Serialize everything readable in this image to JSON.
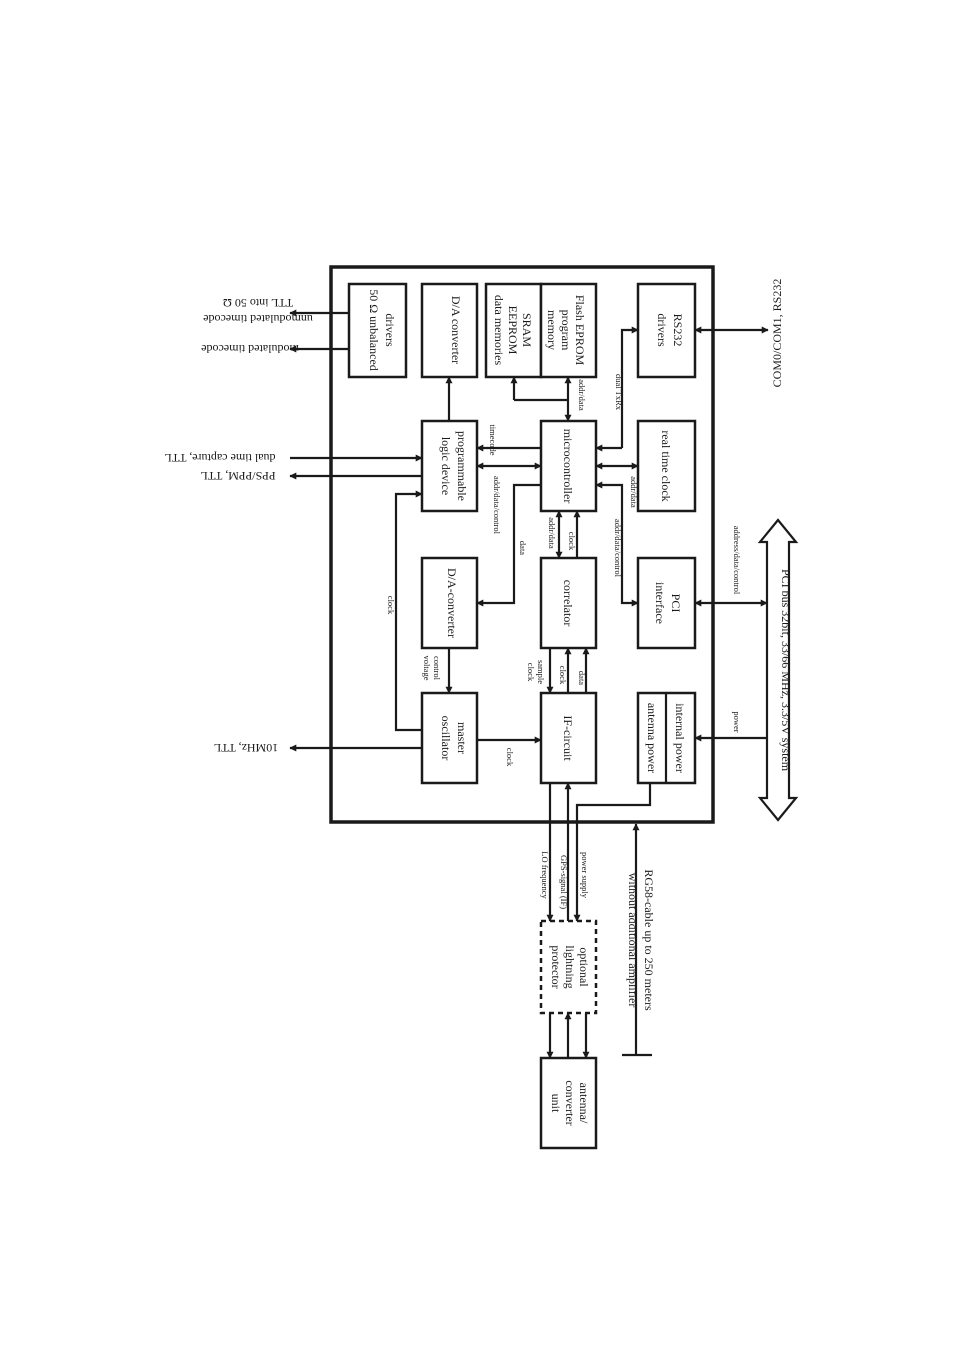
{
  "blocks": {
    "drivers": [
      "drivers",
      "50 Ω unbalanced"
    ],
    "da_top": [
      "D/A converter"
    ],
    "sram": [
      "SRAM",
      "EEPROM",
      "data memories"
    ],
    "flash": [
      "Flash EPROM",
      "program",
      "memory"
    ],
    "rs232": [
      "RS232",
      "drivers"
    ],
    "pld": [
      "programmable",
      "logic device"
    ],
    "mc": [
      "microcontroller"
    ],
    "rtc": [
      "real time clock"
    ],
    "da_mid": [
      "D/A-converter"
    ],
    "corr": [
      "correlator"
    ],
    "pci": [
      "PCI",
      "interface"
    ],
    "osc": [
      "master",
      "oscillator"
    ],
    "if": [
      "IF-circuit"
    ],
    "ant_pow": [
      "antenna power"
    ],
    "int_pow": [
      "internal power"
    ],
    "light": [
      "optional",
      "lightning",
      "protector"
    ],
    "acu": [
      "antenna/",
      "converter",
      "unit"
    ]
  },
  "signals": {
    "modulated": "modulated timecode",
    "unmodulated": [
      "unmodulated timecode",
      "TTL into 50 Ω"
    ],
    "dual_capture": "dual time capture, TTL",
    "pps": "PPS/PPM, TTL",
    "tenmhz": "10MHz, TTL",
    "com": "COM0/COM1, RS232",
    "pci_bus": "PCI bus 32bit, 33/66 MHz, 3.3/5V system",
    "rg58": [
      "RG58-cable up to 250 meters",
      "without additional amplifier"
    ],
    "timecode": "timecode",
    "addr_data_ctrl": "addr/data/control",
    "data": "data",
    "clock": "clock",
    "control_voltage": [
      "control",
      "voltage"
    ],
    "addr_data": "addr/data",
    "dual_txrx": "dual TxRx",
    "sample_clock": [
      "sample",
      "clock"
    ],
    "address_data_control": "address/data/control",
    "power": "power",
    "lo_freq": "LO frequency",
    "gps_signal": "GPS-signal (IF)",
    "power_supply": "power supply"
  },
  "colors": {
    "ink": "#1a1a1a",
    "background": "#ffffff"
  }
}
